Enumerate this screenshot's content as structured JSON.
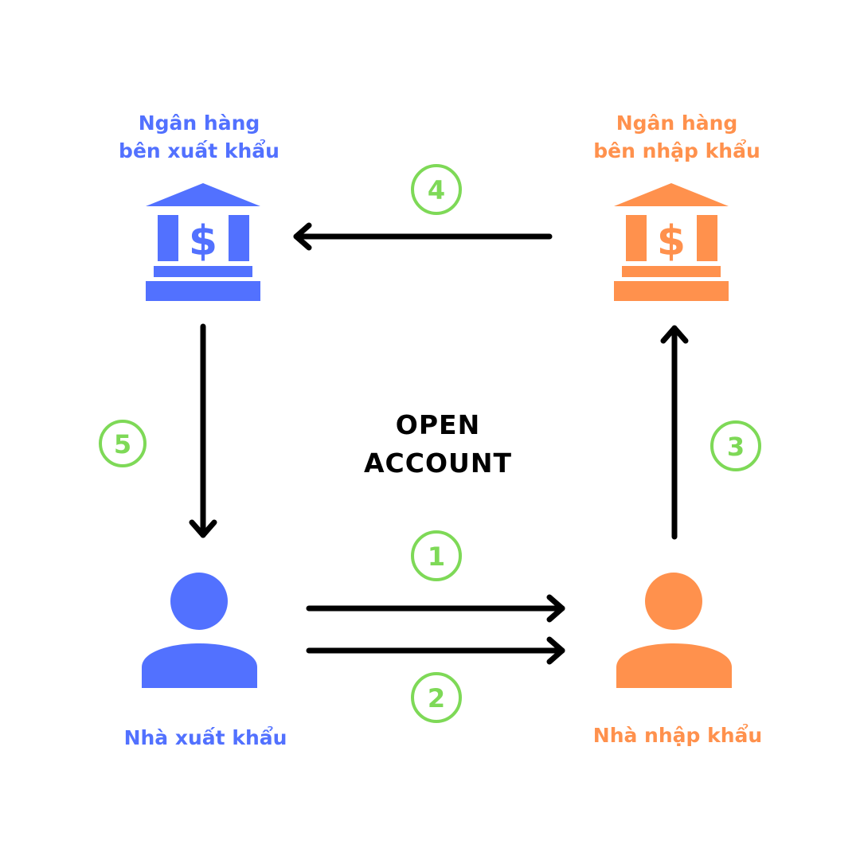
{
  "nodes": {
    "exporter_bank": {
      "line1": "Ngân hàng",
      "line2": "bên xuất khẩu",
      "icon": "bank-icon"
    },
    "importer_bank": {
      "line1": "Ngân hàng",
      "line2": "bên nhập khẩu",
      "icon": "bank-icon"
    },
    "exporter": {
      "label": "Nhà xuất khẩu",
      "icon": "person-icon"
    },
    "importer": {
      "label": "Nhà nhập khẩu",
      "icon": "person-icon"
    }
  },
  "center": {
    "line1": "OPEN",
    "line2": "ACCOUNT"
  },
  "steps": [
    "1",
    "2",
    "3",
    "4",
    "5"
  ],
  "colors": {
    "exporter": "#5271ff",
    "importer": "#ff914d",
    "step_circle": "#7ed957",
    "arrow": "#000000"
  }
}
